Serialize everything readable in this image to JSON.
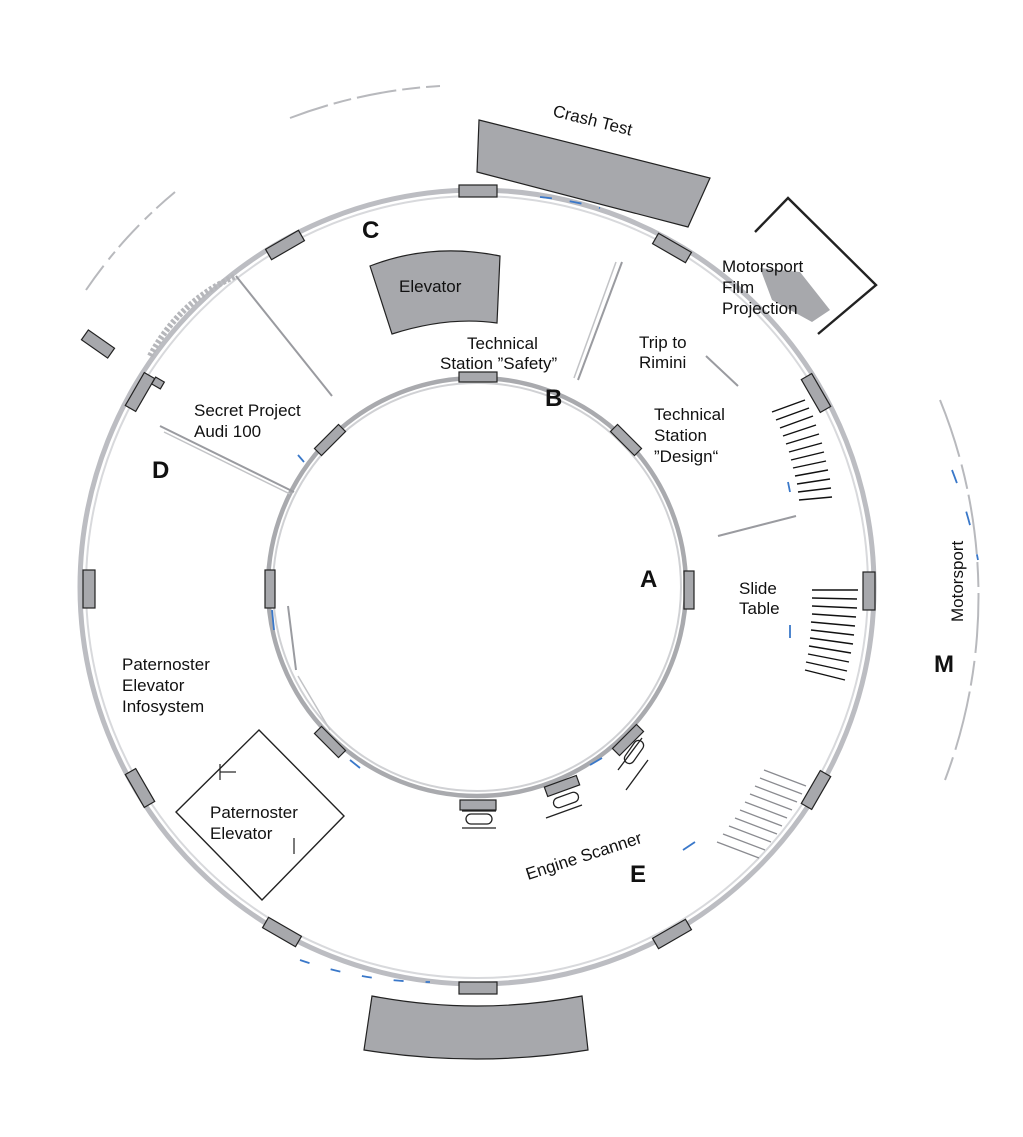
{
  "labels": {
    "crash_test": "Crash Test",
    "elevator": "Elevator",
    "motorsport_film_1": "Motorsport",
    "motorsport_film_2": "Film",
    "motorsport_film_3": "Projection",
    "tech_safety_1": "Technical",
    "tech_safety_2": "Station ”Safety”",
    "trip_1": "Trip to",
    "trip_2": "Rimini",
    "tech_design_1": "Technical",
    "tech_design_2": "Station",
    "tech_design_3": "”Design“",
    "secret_1": "Secret Project",
    "secret_2": "Audi 100",
    "slide_1": "Slide",
    "slide_2": "Table",
    "motorsport": "Motorsport",
    "paternoster_info_1": "Paternoster",
    "paternoster_info_2": "Elevator",
    "paternoster_info_3": "Infosystem",
    "paternoster_elev_1": "Paternoster",
    "paternoster_elev_2": "Elevator",
    "engine_scanner": "Engine Scanner"
  },
  "zones": {
    "a": "A",
    "b": "B",
    "c": "C",
    "d": "D",
    "e": "E",
    "m": "M"
  },
  "colors": {
    "panel_fill": "#a7a8ac",
    "wall": "#bcbdc2",
    "accent_blue": "#3a78c9"
  }
}
